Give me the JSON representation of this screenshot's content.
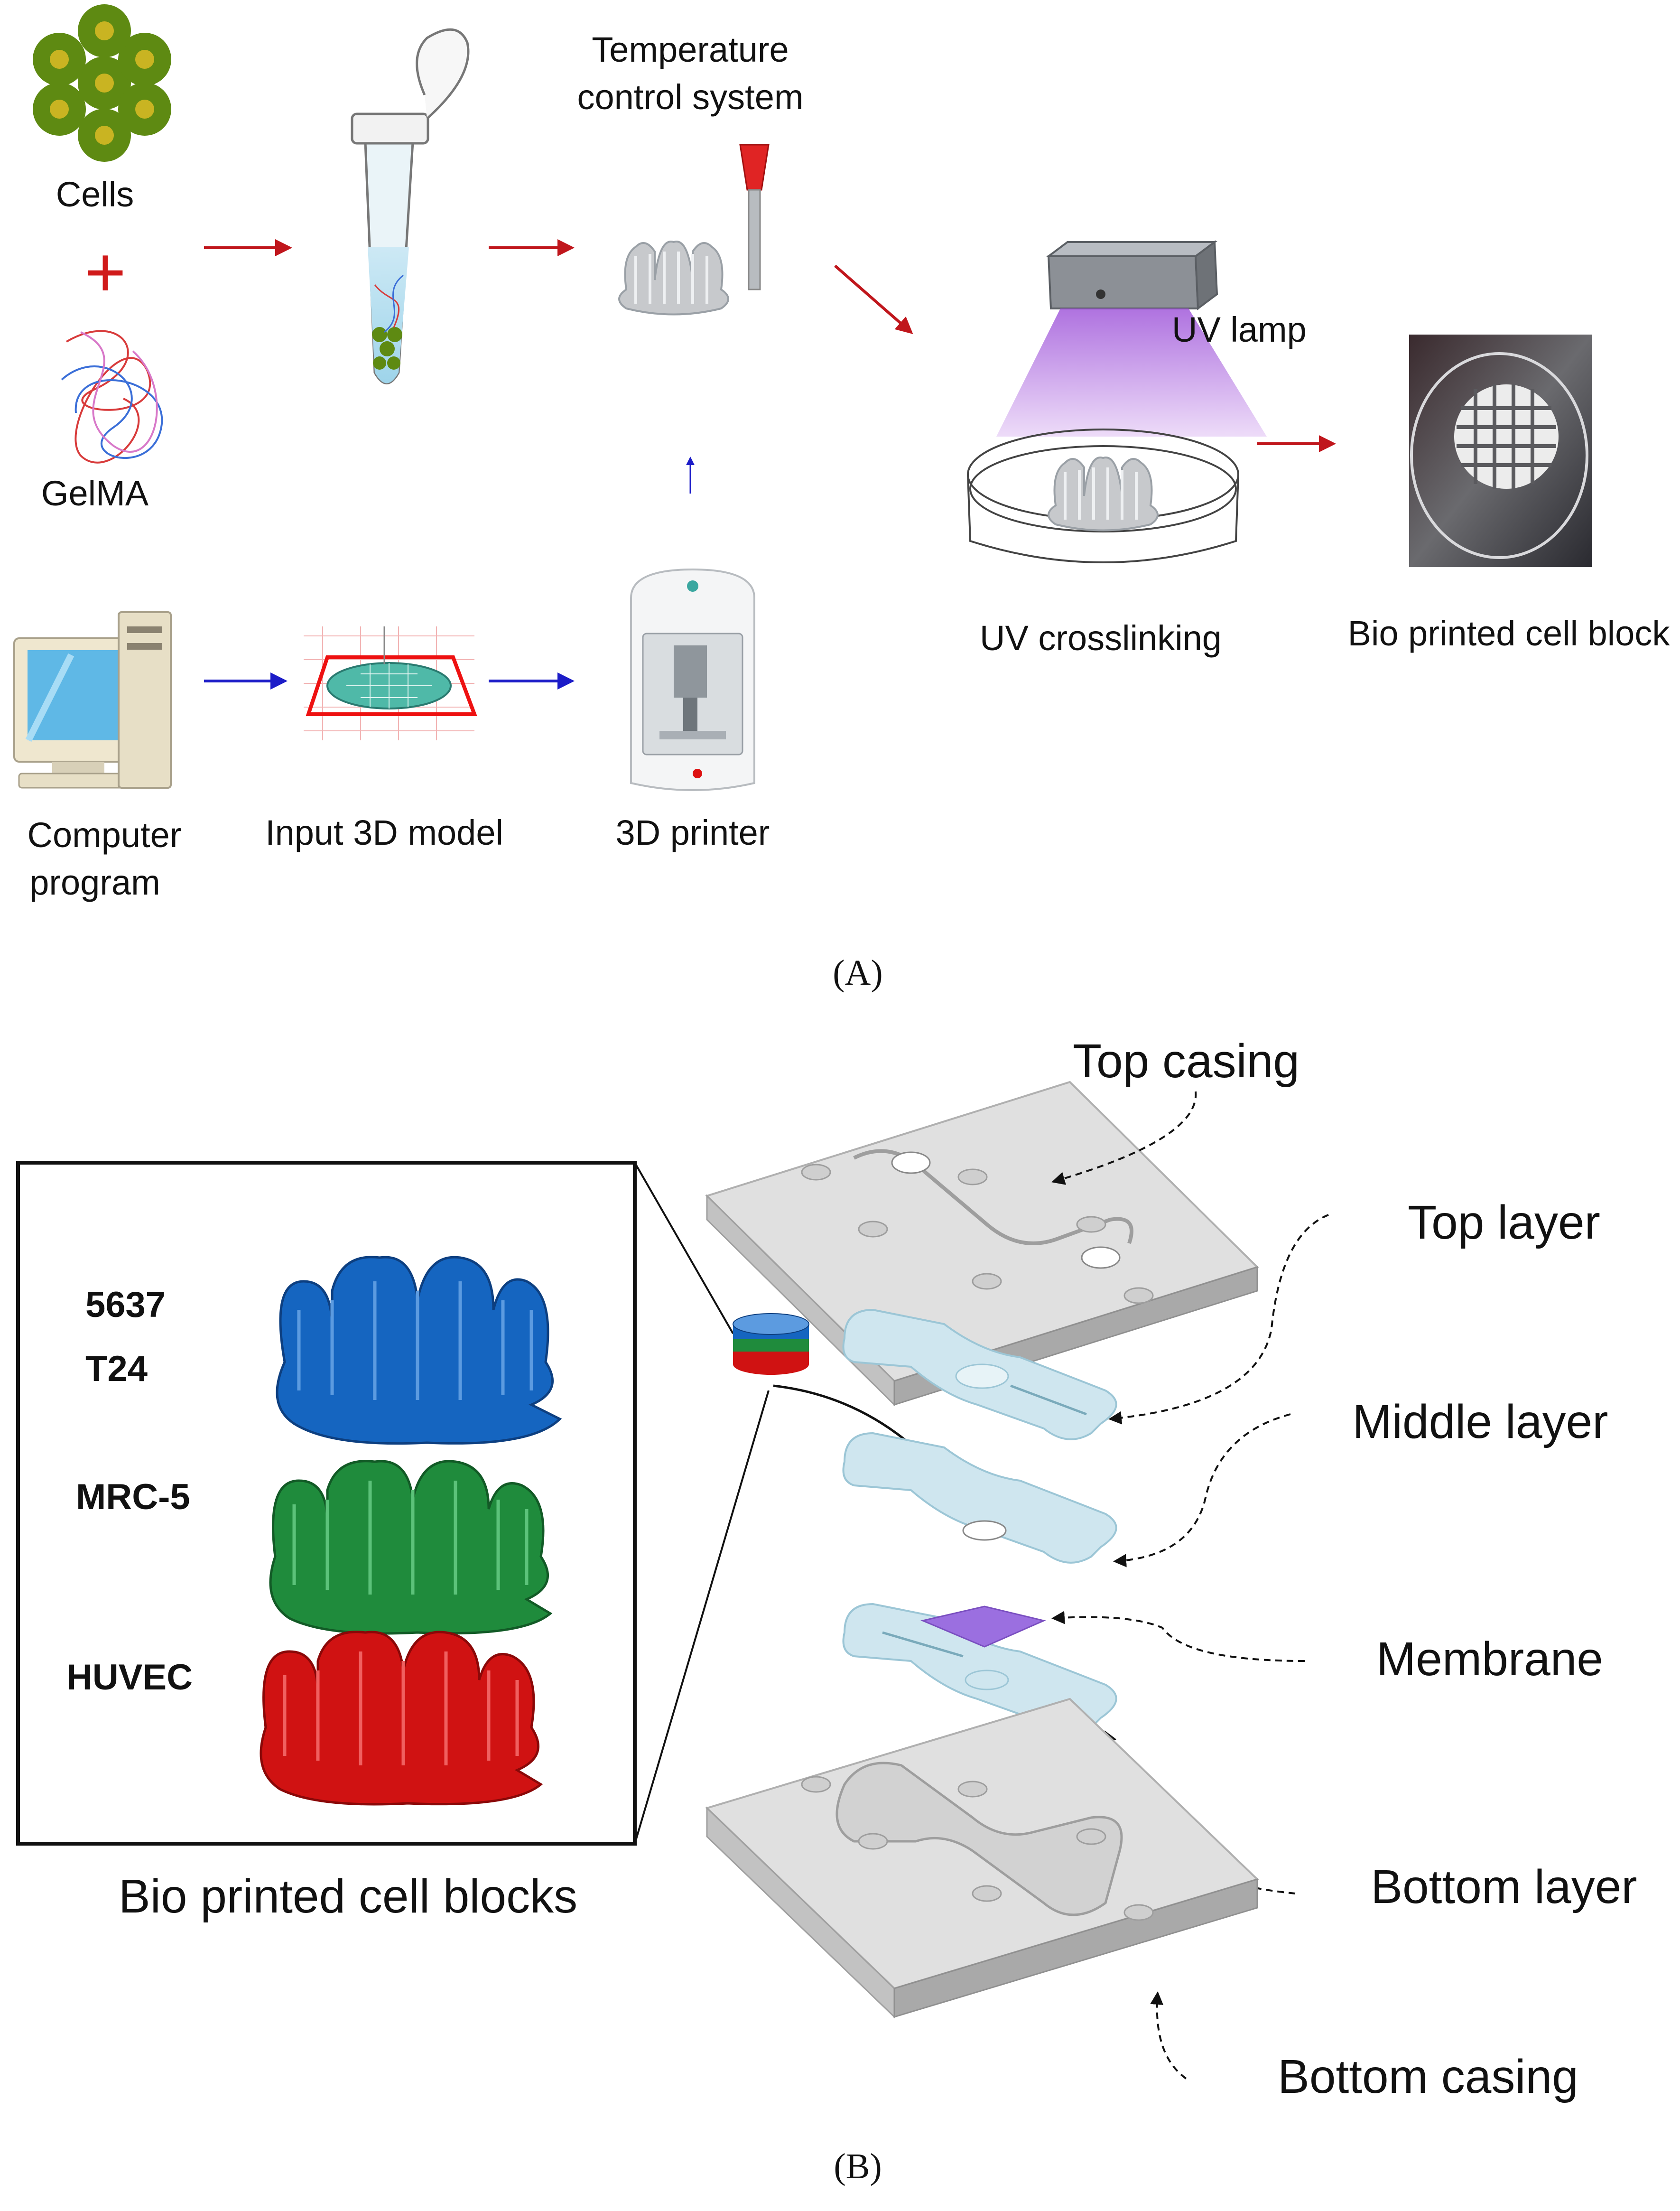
{
  "panel_a": {
    "tag": "(A)",
    "cells_label": "Cells",
    "plus": "+",
    "gelma_label": "GelMA",
    "temp_label_1": "Temperature",
    "temp_label_2": "control system",
    "uv_lamp_label": "UV lamp",
    "uv_crosslinking_label": "UV crosslinking",
    "bio_block_label": "Bio printed cell block",
    "computer_label_1": "Computer",
    "computer_label_2": "program",
    "input_model_label": "Input 3D model",
    "printer_label": "3D printer"
  },
  "panel_b": {
    "tag": "(B)",
    "inset_title": "Bio printed cell blocks",
    "cell_line_1": "5637",
    "cell_line_2": "T24",
    "cell_line_3": "MRC-5",
    "cell_line_4": "HUVEC",
    "top_casing": "Top casing",
    "top_layer": "Top layer",
    "middle_layer": "Middle layer",
    "membrane": "Membrane",
    "bottom_layer": "Bottom layer",
    "bottom_casing": "Bottom casing"
  },
  "colors": {
    "red_arrow": "#c0161c",
    "blue_arrow": "#1c1cc8",
    "cell_green": "#5e8a12",
    "block_blue": "#1565c0",
    "block_green": "#1f8b3c",
    "block_red": "#d01212",
    "uv_purple": "#b36fe0",
    "membrane": "#9b6fe0",
    "layer_fill": "#cfe6ef",
    "casing_fill": "#d8d8d8"
  }
}
